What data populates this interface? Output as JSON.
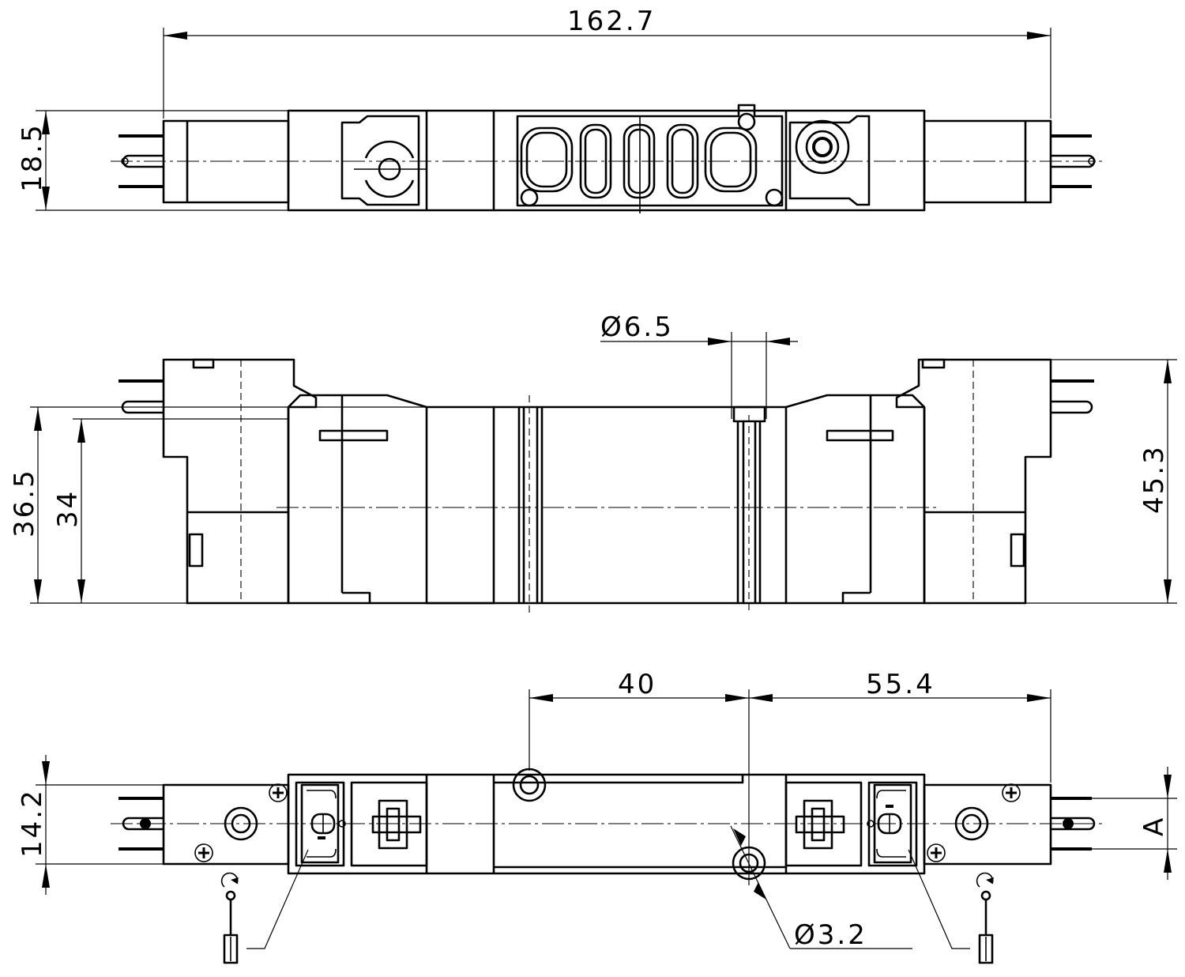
{
  "dimensions": {
    "overall_length": "162.7",
    "top_height": "18.5",
    "port_diameter": "Ø6.5",
    "height_total": "45.3",
    "height_36_5": "36.5",
    "height_34": "34",
    "spacing_40": "40",
    "spacing_55_4": "55.4",
    "bottom_height": "14.2",
    "hole_diameter": "Ø3.2",
    "label_a": "A"
  }
}
